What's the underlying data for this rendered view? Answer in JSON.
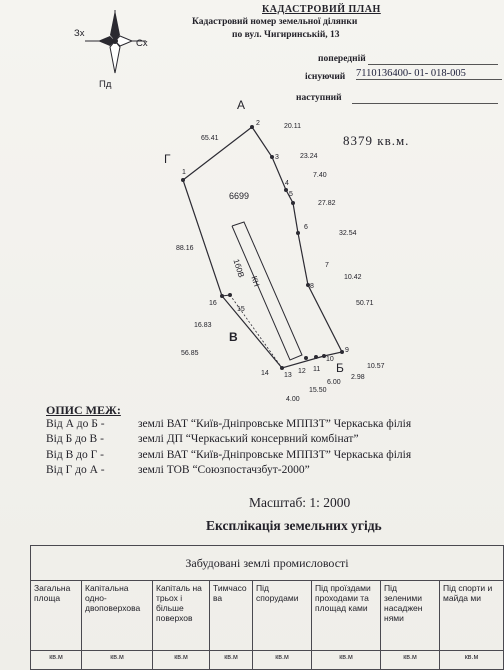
{
  "header": {
    "title": "КАДАСТРОВИЙ ПЛАН",
    "subtitle_line1": "Кадастровий номер земельної ділянки",
    "subtitle_line2": "по вул. Чигиринській, 13"
  },
  "compass": {
    "west": "Зх",
    "east": "Сх",
    "south": "Пд"
  },
  "cadastral": {
    "previous_label": "попередній",
    "existing_label": "існуючий",
    "existing_value": "7110136400- 01- 018-005",
    "next_label": "наступний"
  },
  "plan": {
    "area": "8379 кв.м.",
    "corners": {
      "a": "А",
      "b": "Б",
      "v": "В",
      "g": "Г"
    },
    "points": [
      "1",
      "2",
      "3",
      "4",
      "5",
      "6",
      "7",
      "8",
      "9",
      "10",
      "11",
      "12",
      "13",
      "14",
      "15",
      "16"
    ],
    "distances": [
      "65.41",
      "20.11",
      "23.24",
      "7.40",
      "27.82",
      "32.54",
      "10.42",
      "50.71",
      "10.57",
      "2.98",
      "6.00",
      "15.50",
      "4.00",
      "56.85",
      "16.83",
      "88.16"
    ],
    "building_code": "6699",
    "building_label": "1б0В",
    "building_kh": "КН"
  },
  "boundaries": {
    "heading": "ОПИС МЕЖ:",
    "rows": [
      {
        "range": "Від А до Б  -",
        "text": "землі ВАТ “Київ-Дніпровське МППЗТ” Черкаська філія"
      },
      {
        "range": "Від Б до В  -",
        "text": "землі ДП “Черкаський консервний комбінат”"
      },
      {
        "range": "Від В до Г  -",
        "text": "землі ВАТ “Київ-Дніпровське МППЗТ” Черкаська філія"
      },
      {
        "range": "Від Г до А  -",
        "text": "землі ТОВ “Союзпостачзбут-2000”"
      }
    ]
  },
  "scale": "Масштаб: 1: 2000",
  "explication": {
    "title": "Експлікація земельних угідь",
    "group_header": "Забудовані землі промисловості",
    "columns": [
      "Загальна площа",
      "Капітальна одно-двоповерхова",
      "Капіталь на трьох і більше поверхов",
      "Тимчасо ва",
      "Під спорудами",
      "Під проїздами проходами та площад ками",
      "Під зеленими насаджен нями",
      "Під спорти и майда ми"
    ],
    "units": [
      "кв.м",
      "кв.м",
      "кв.м",
      "кв.м",
      "кв.м",
      "кв.м",
      "кв.м",
      "кв.м"
    ]
  }
}
